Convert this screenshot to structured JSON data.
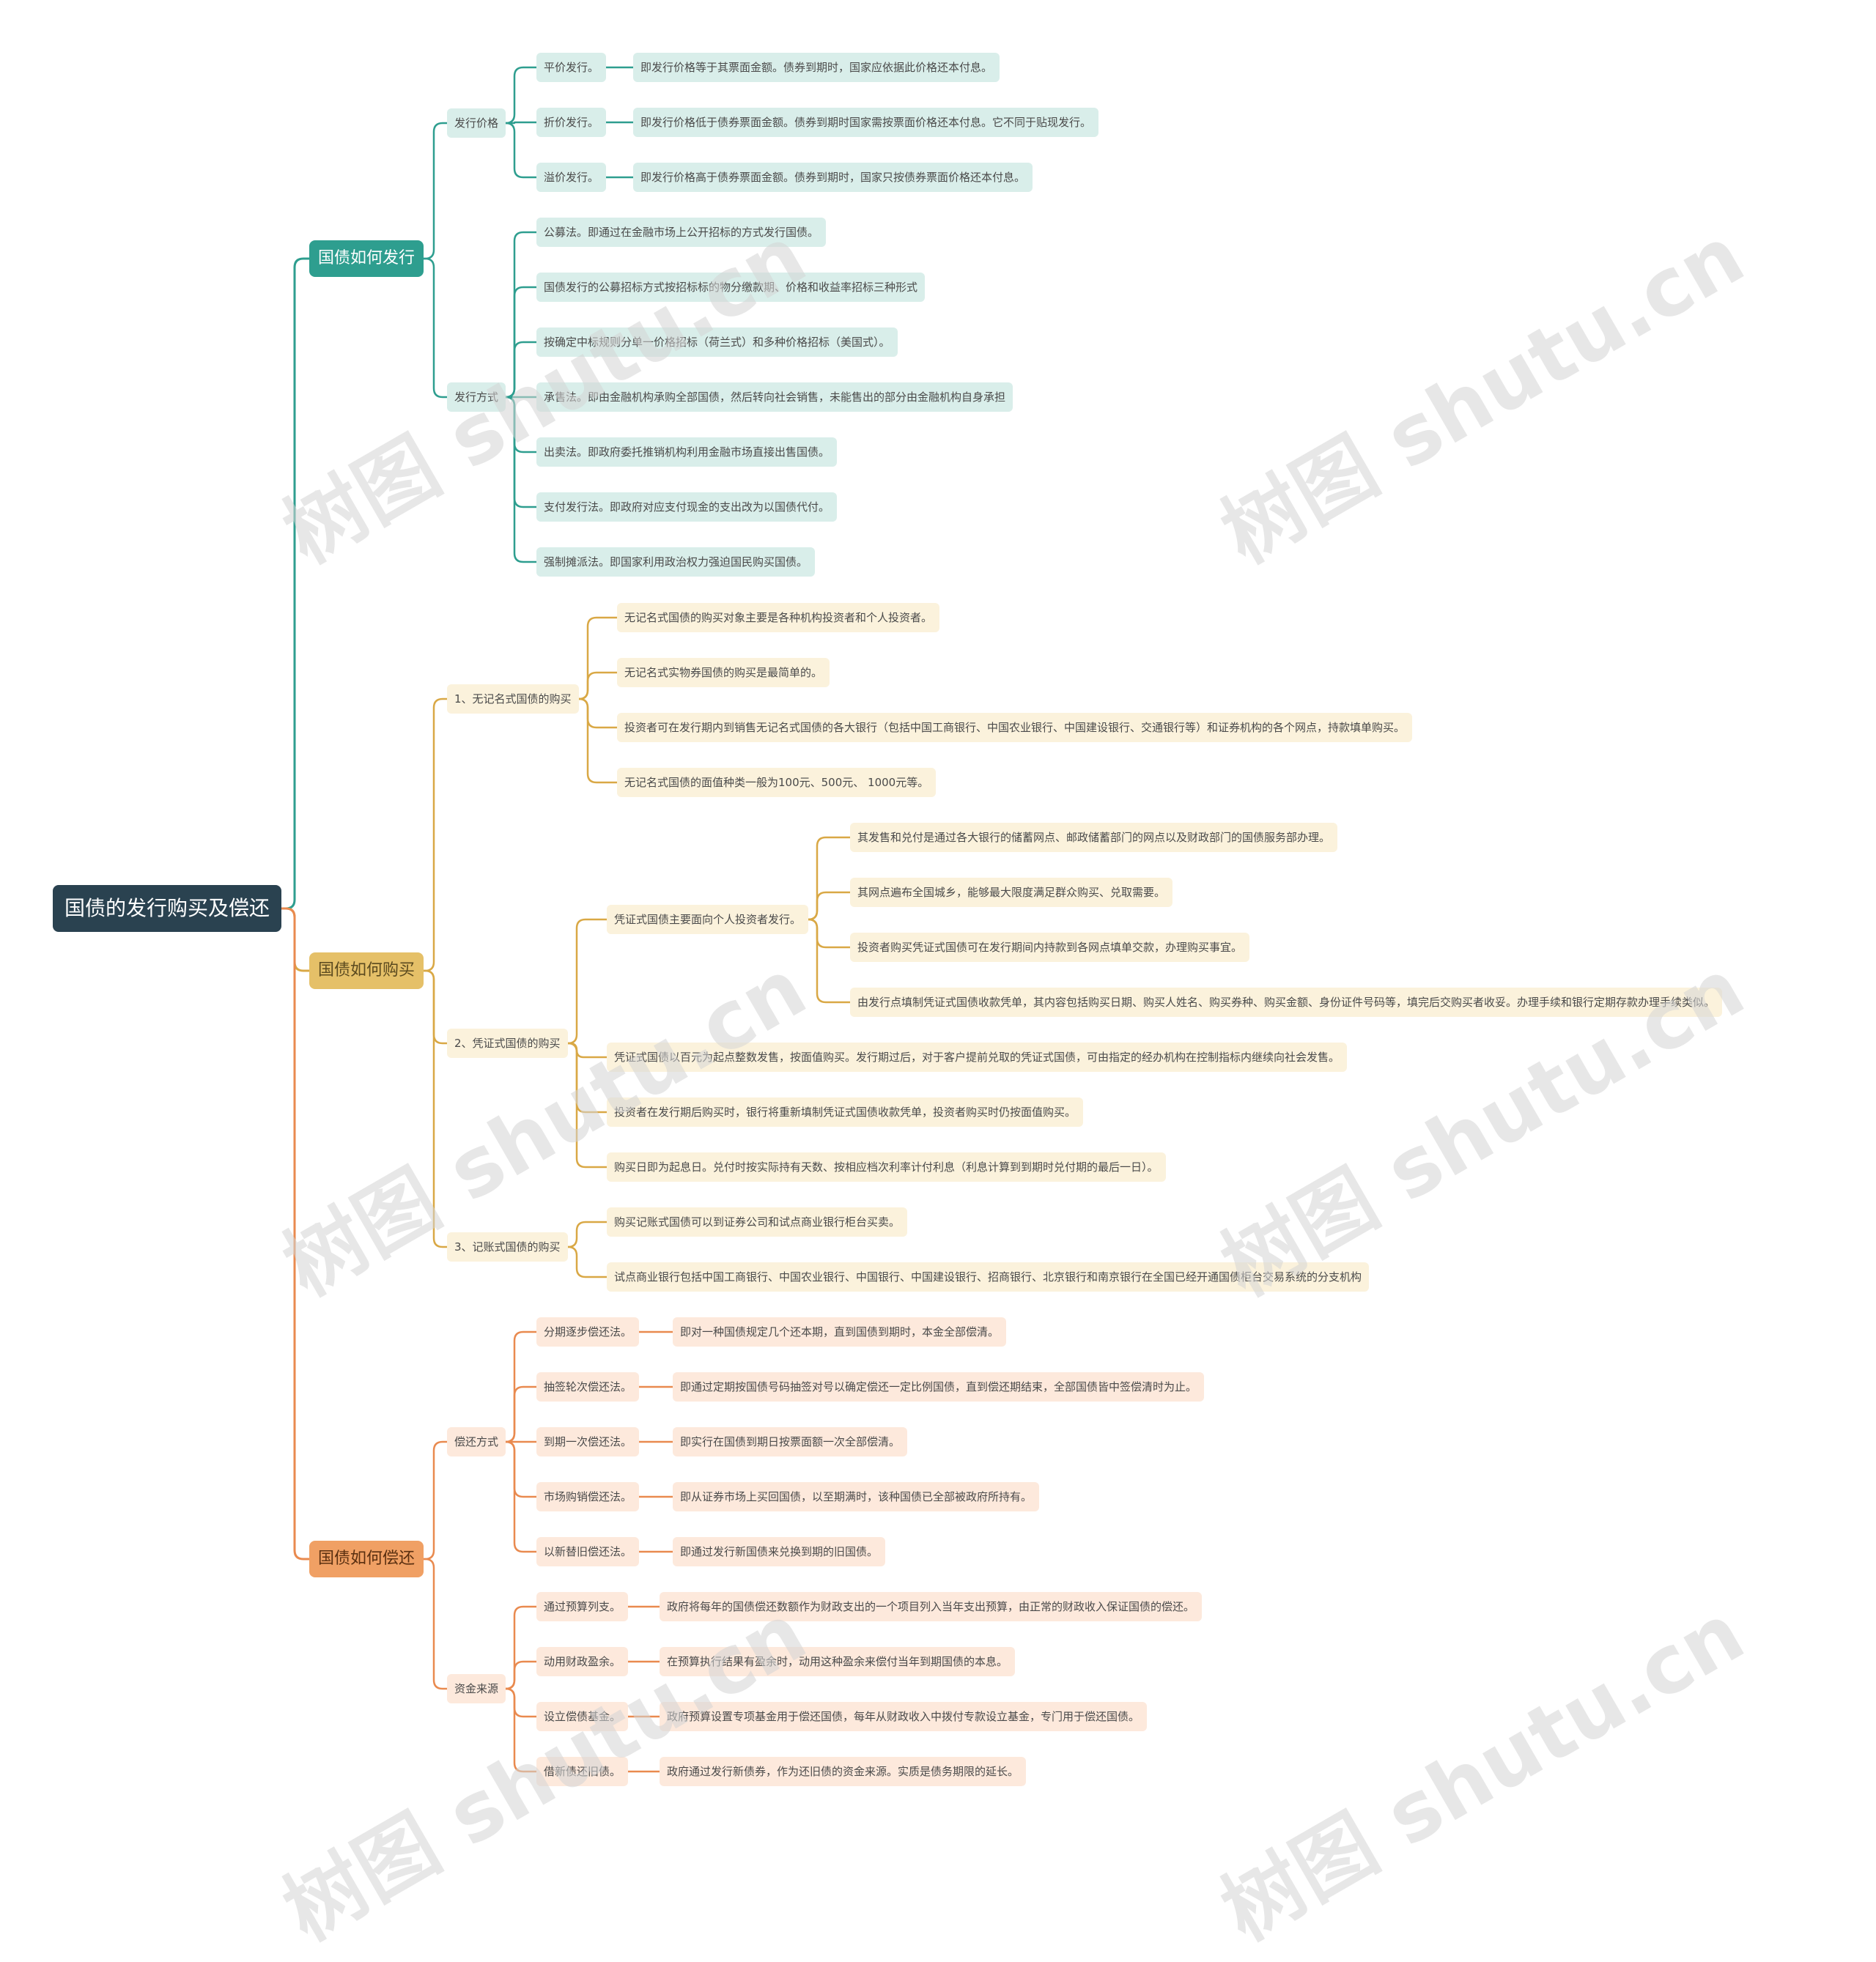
{
  "colors": {
    "root": "#2a4250",
    "issue": "#2e9e8f",
    "buy": "#d9a845",
    "repay": "#e98a4f"
  },
  "watermark_text": "树图 shutu.cn",
  "root": {
    "label": "国债的发行购买及偿还"
  },
  "branches": [
    {
      "label": "国债如何发行",
      "children": [
        {
          "label": "发行价格",
          "children": [
            {
              "label": "平价发行。",
              "detail": "即发行价格等于其票面金额。债券到期时，国家应依据此价格还本付息。"
            },
            {
              "label": "折价发行。",
              "detail": "即发行价格低于债券票面金额。债券到期时国家需按票面价格还本付息。它不同于贴现发行。"
            },
            {
              "label": "溢价发行。",
              "detail": "即发行价格高于债券票面金额。债券到期时，国家只按债券票面价格还本付息。"
            }
          ]
        },
        {
          "label": "发行方式",
          "children": [
            {
              "label": "公募法。即通过在金融市场上公开招标的方式发行国债。"
            },
            {
              "label": "国债发行的公募招标方式按招标标的物分缴款期、价格和收益率招标三种形式"
            },
            {
              "label": "按确定中标规则分单一价格招标（荷兰式）和多种价格招标（美国式）。"
            },
            {
              "label": "承售法。即由金融机构承购全部国债，然后转向社会销售，未能售出的部分由金融机构自身承担"
            },
            {
              "label": "出卖法。即政府委托推销机构利用金融市场直接出售国债。"
            },
            {
              "label": "支付发行法。即政府对应支付现金的支出改为以国债代付。"
            },
            {
              "label": "强制摊派法。即国家利用政治权力强迫国民购买国债。"
            }
          ]
        }
      ]
    },
    {
      "label": "国债如何购买",
      "children": [
        {
          "label": "1、无记名式国债的购买",
          "children": [
            {
              "label": "无记名式国债的购买对象主要是各种机构投资者和个人投资者。"
            },
            {
              "label": "无记名式实物券国债的购买是最简单的。"
            },
            {
              "label": "投资者可在发行期内到销售无记名式国债的各大银行（包括中国工商银行、中国农业银行、中国建设银行、交通银行等）和证券机构的各个网点，持款填单购买。"
            },
            {
              "label": "无记名式国债的面值种类一般为100元、500元、 1000元等。"
            }
          ]
        },
        {
          "label": "2、凭证式国债的购买",
          "children": [
            {
              "label": "凭证式国债主要面向个人投资者发行。",
              "children": [
                {
                  "label": "其发售和兑付是通过各大银行的储蓄网点、邮政储蓄部门的网点以及财政部门的国债服务部办理。"
                },
                {
                  "label": "其网点遍布全国城乡，能够最大限度满足群众购买、兑取需要。"
                },
                {
                  "label": "投资者购买凭证式国债可在发行期间内持款到各网点填单交款，办理购买事宜。"
                },
                {
                  "label": "由发行点填制凭证式国债收款凭单，其内容包括购买日期、购买人姓名、购买券种、购买金额、身份证件号码等，填完后交购买者收妥。办理手续和银行定期存款办理手续类似。"
                }
              ]
            },
            {
              "label": "凭证式国债以百元为起点整数发售，按面值购买。发行期过后，对于客户提前兑取的凭证式国债，可由指定的经办机构在控制指标内继续向社会发售。"
            },
            {
              "label": "投资者在发行期后购买时，银行将重新填制凭证式国债收款凭单，投资者购买时仍按面值购买。"
            },
            {
              "label": "购买日即为起息日。兑付时按实际持有天数、按相应档次利率计付利息（利息计算到到期时兑付期的最后一日）。"
            }
          ]
        },
        {
          "label": "3、记账式国债的购买",
          "children": [
            {
              "label": "购买记账式国债可以到证券公司和试点商业银行柜台买卖。"
            },
            {
              "label": "试点商业银行包括中国工商银行、中国农业银行、中国银行、中国建设银行、招商银行、北京银行和南京银行在全国已经开通国债柜台交易系统的分支机构"
            }
          ]
        }
      ]
    },
    {
      "label": "国债如何偿还",
      "children": [
        {
          "label": "偿还方式",
          "children": [
            {
              "label": "分期逐步偿还法。",
              "detail": "即对一种国债规定几个还本期，直到国债到期时，本金全部偿清。"
            },
            {
              "label": "抽签轮次偿还法。",
              "detail": "即通过定期按国债号码抽签对号以确定偿还一定比例国债，直到偿还期结束，全部国债皆中签偿清时为止。"
            },
            {
              "label": "到期一次偿还法。",
              "detail": "即实行在国债到期日按票面额一次全部偿清。"
            },
            {
              "label": "市场购销偿还法。",
              "detail": "即从证券市场上买回国债，以至期满时，该种国债已全部被政府所持有。"
            },
            {
              "label": "以新替旧偿还法。",
              "detail": "即通过发行新国债来兑换到期的旧国债。"
            }
          ]
        },
        {
          "label": "资金来源",
          "children": [
            {
              "label": "通过预算列支。",
              "detail": "政府将每年的国债偿还数额作为财政支出的一个项目列入当年支出预算，由正常的财政收入保证国债的偿还。"
            },
            {
              "label": "动用财政盈余。",
              "detail": "在预算执行结果有盈余时，动用这种盈余来偿付当年到期国债的本息。"
            },
            {
              "label": "设立偿债基金。",
              "detail": "政府预算设置专项基金用于偿还国债，每年从财政收入中拨付专款设立基金，专门用于偿还国债。"
            },
            {
              "label": "借新债还旧债。",
              "detail": "政府通过发行新债券，作为还旧债的资金来源。实质是债务期限的延长。"
            }
          ]
        }
      ]
    }
  ]
}
